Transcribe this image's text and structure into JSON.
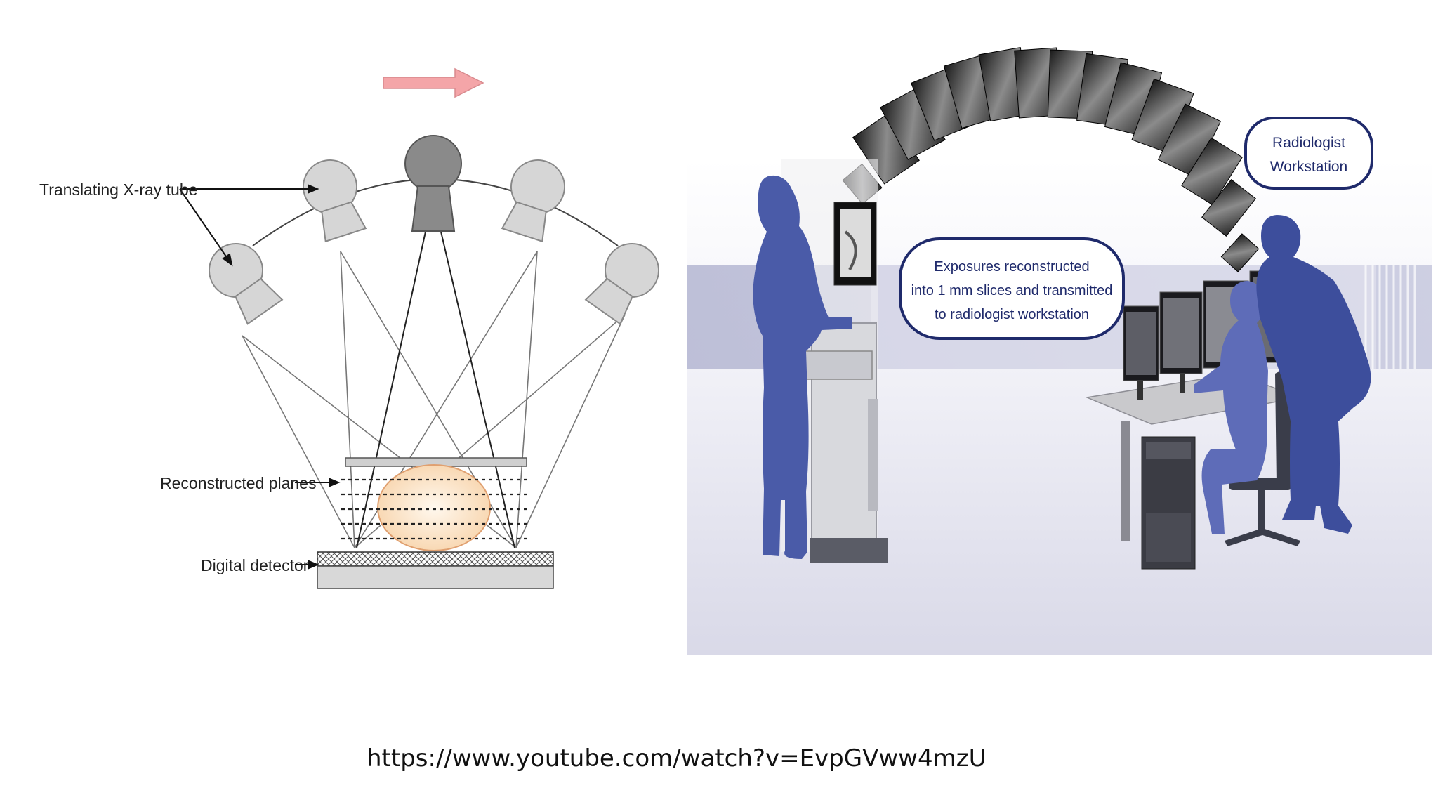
{
  "diagram_left": {
    "labels": {
      "tube": "Translating X-ray tube",
      "planes": "Reconstructed planes",
      "detector": "Digital detector"
    },
    "colors": {
      "arrow": "#f4a5a8",
      "breast_fill": "#fbe3c4",
      "breast_stroke": "#e0a070",
      "tube_light": "#d6d6d6",
      "tube_dark": "#8a8a8a"
    }
  },
  "diagram_right": {
    "callout_exposures": {
      "line1": "Exposures reconstructed",
      "line2": "into 1 mm slices and transmitted",
      "line3": "to radiologist workstation"
    },
    "callout_workstation": {
      "line1": "Radiologist",
      "line2": "Workstation"
    },
    "colors": {
      "silhouette": "#4a5ba8",
      "callout_border": "#1f2a6b",
      "floor": "#e6e6f0"
    }
  },
  "source": {
    "url": "https://www.youtube.com/watch?v=EvpGVww4mzU"
  }
}
